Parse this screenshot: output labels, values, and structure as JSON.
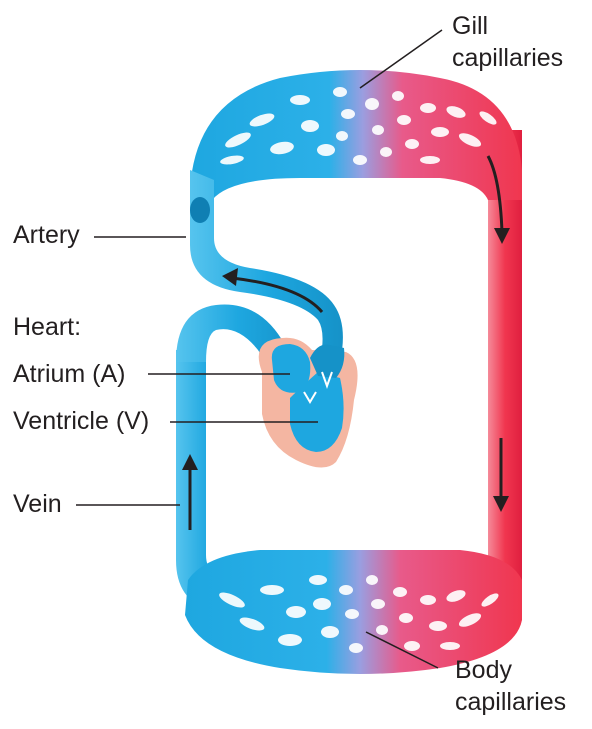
{
  "labels": {
    "gill_line1": "Gill",
    "gill_line2": "capillaries",
    "artery": "Artery",
    "heart": "Heart:",
    "atrium": "Atrium (A)",
    "ventricle": "Ventricle (V)",
    "vein": "Vein",
    "body_line1": "Body",
    "body_line2": "capillaries"
  },
  "colors": {
    "deoxygenated": "#1ea7e0",
    "oxygenated": "#f0364f",
    "heart_tissue": "#f4b6a2",
    "leader_line": "#231f20"
  }
}
